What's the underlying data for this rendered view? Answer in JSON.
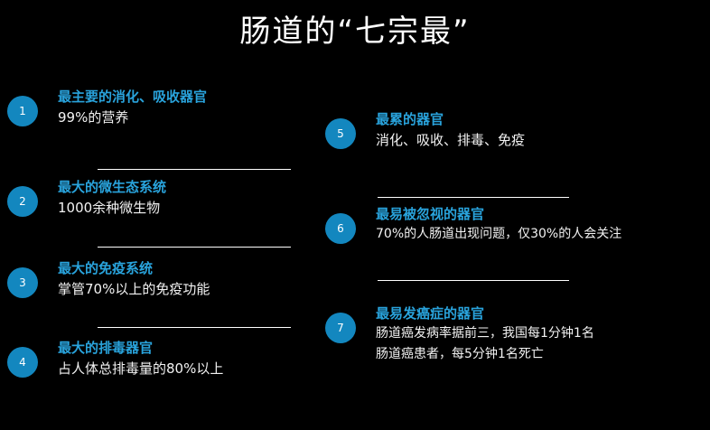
{
  "slide": {
    "title": "肠道的“七宗最”",
    "background_color": "#000000",
    "accent_color": "#29a3dc",
    "badge_color": "#1387bf",
    "body_text_color": "#f2f2f2"
  },
  "columns": {
    "left": {
      "items": [
        {
          "number": "1",
          "heading": "最主要的消化、吸收器官",
          "body": "99%的营养"
        },
        {
          "number": "2",
          "heading": "最大的微生态系统",
          "body": "1000余种微生物"
        },
        {
          "number": "3",
          "heading": "最大的免疫系统",
          "body": "掌管70%以上的免疫功能"
        },
        {
          "number": "4",
          "heading": "最大的排毒器官",
          "body": "占人体总排毒量的80%以上"
        }
      ]
    },
    "right": {
      "items": [
        {
          "number": "5",
          "heading": "最累的器官",
          "body": "消化、吸收、排毒、免疫"
        },
        {
          "number": "6",
          "heading": "最易被忽视的器官",
          "body": "70%的人肠道出现问题，仅30%的人会关注"
        },
        {
          "number": "7",
          "heading": "最易发癌症的器官",
          "body": "肠道癌发病率据前三，我国每1分钟1名",
          "body2": "肠道癌患者，每5分钟1名死亡"
        }
      ]
    }
  }
}
